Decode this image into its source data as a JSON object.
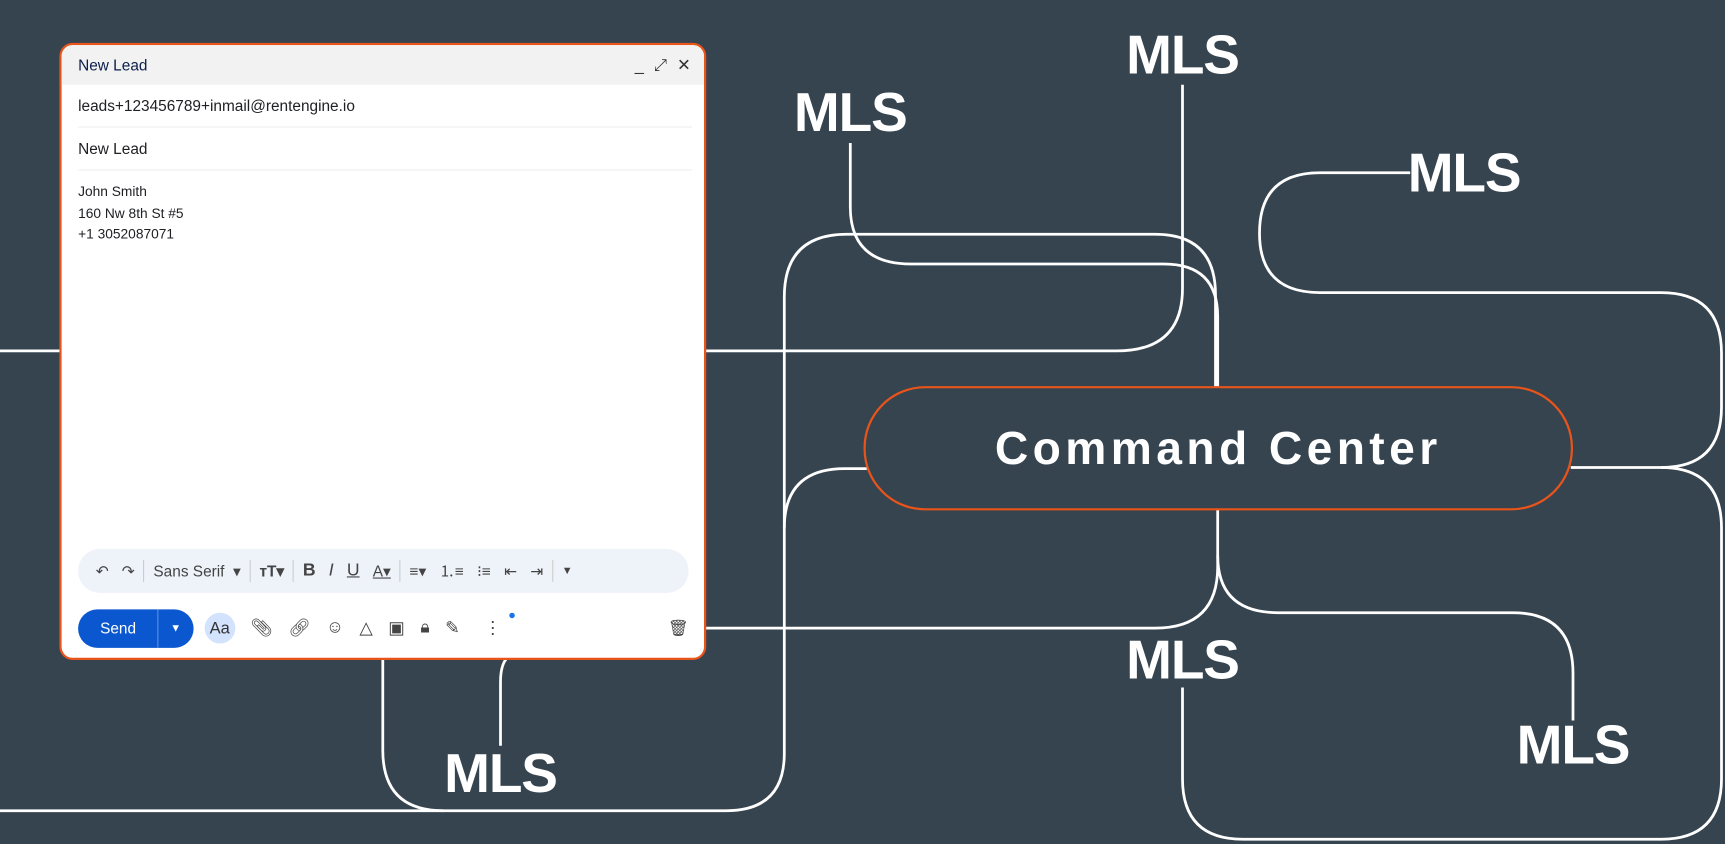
{
  "compose": {
    "title": "New Lead",
    "controls": {
      "minimize": "_",
      "expand": "⤢",
      "close": "✕"
    },
    "to": "leads+123456789+inmail@rentengine.io",
    "subject": "New Lead",
    "body_lines": [
      "John Smith",
      "160 Nw 8th St #5",
      "+1 3052087071"
    ],
    "format_toolbar": {
      "font": "Sans Serif"
    },
    "send_label": "Send",
    "aa_label": "Aa"
  },
  "diagram": {
    "center_label": "Command Center",
    "nodes": [
      "MLS",
      "MLS",
      "MLS",
      "MLS",
      "MLS",
      "MLS"
    ]
  },
  "colors": {
    "background": "#36444f",
    "accent": "#e8541a",
    "send": "#0b57d0"
  }
}
